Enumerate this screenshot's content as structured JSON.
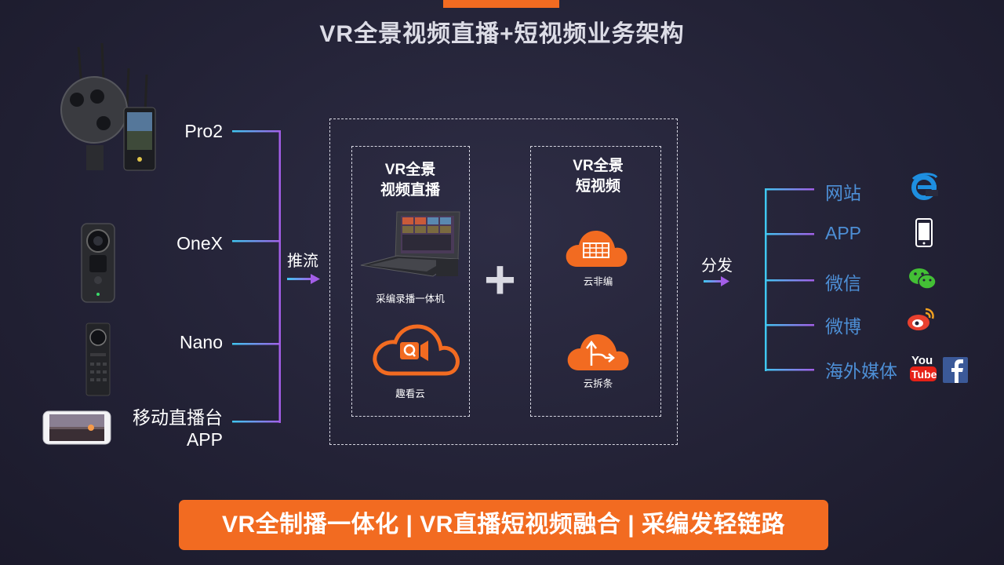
{
  "title": "VR全景视频直播+短视频业务架构",
  "sources": [
    {
      "label": "Pro2"
    },
    {
      "label": "OneX"
    },
    {
      "label": "Nano"
    },
    {
      "label_line1": "移动直播台",
      "label_line2": "APP"
    }
  ],
  "push_label": "推流",
  "live_panel": {
    "title_line1": "VR全景",
    "title_line2": "视频直播",
    "items": [
      {
        "caption": "采编录播一体机"
      },
      {
        "caption": "趣看云"
      }
    ]
  },
  "short_panel": {
    "title_line1": "VR全景",
    "title_line2": "短视频",
    "items": [
      {
        "caption": "云非编"
      },
      {
        "caption": "云拆条"
      }
    ]
  },
  "plus_symbol": "+",
  "distribute_label": "分发",
  "destinations": [
    {
      "label": "网站",
      "icon": "ie-icon"
    },
    {
      "label": "APP",
      "icon": "phone-icon"
    },
    {
      "label": "微信",
      "icon": "wechat-icon"
    },
    {
      "label": "微博",
      "icon": "weibo-icon"
    },
    {
      "label": "海外媒体",
      "icon": "youtube-facebook-icon"
    }
  ],
  "bottom_banner": "VR全制播一体化 | VR直播短视频融合 | 采编发轻链路",
  "colors": {
    "accent_orange": "#f26b21",
    "line_purple": "#a35ee8",
    "line_cyan": "#3fc7f0",
    "dest_blue": "#4d8fd6"
  }
}
